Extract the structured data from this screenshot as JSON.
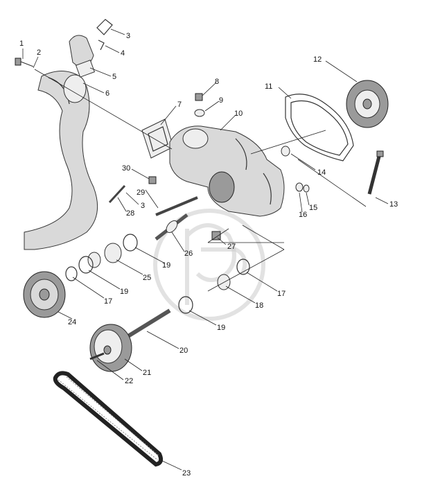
{
  "diagram": {
    "callouts": [
      {
        "id": "c1",
        "label": "1"
      },
      {
        "id": "c2",
        "label": "2"
      },
      {
        "id": "c3a",
        "label": "3"
      },
      {
        "id": "c3b",
        "label": "3"
      },
      {
        "id": "c4",
        "label": "4"
      },
      {
        "id": "c5",
        "label": "5"
      },
      {
        "id": "c6",
        "label": "6"
      },
      {
        "id": "c7",
        "label": "7"
      },
      {
        "id": "c8",
        "label": "8"
      },
      {
        "id": "c9",
        "label": "9"
      },
      {
        "id": "c10",
        "label": "10"
      },
      {
        "id": "c11",
        "label": "11"
      },
      {
        "id": "c12",
        "label": "12"
      },
      {
        "id": "c13",
        "label": "13"
      },
      {
        "id": "c14",
        "label": "14"
      },
      {
        "id": "c15",
        "label": "15"
      },
      {
        "id": "c16",
        "label": "16"
      },
      {
        "id": "c17a",
        "label": "17"
      },
      {
        "id": "c17b",
        "label": "17"
      },
      {
        "id": "c18",
        "label": "18"
      },
      {
        "id": "c19a",
        "label": "19"
      },
      {
        "id": "c19b",
        "label": "19"
      },
      {
        "id": "c19c",
        "label": "19"
      },
      {
        "id": "c20",
        "label": "20"
      },
      {
        "id": "c21",
        "label": "21"
      },
      {
        "id": "c22",
        "label": "22"
      },
      {
        "id": "c23",
        "label": "23"
      },
      {
        "id": "c24",
        "label": "24"
      },
      {
        "id": "c25",
        "label": "25"
      },
      {
        "id": "c26",
        "label": "26"
      },
      {
        "id": "c27",
        "label": "27"
      },
      {
        "id": "c28",
        "label": "28"
      },
      {
        "id": "c29",
        "label": "29"
      },
      {
        "id": "c30",
        "label": "30"
      }
    ],
    "colors": {
      "background": "#ffffff",
      "line": "#222222",
      "part_fill": "#d9d9d9",
      "part_shadow": "#9a9a9a"
    },
    "watermark_icon": "logo-watermark-icon"
  }
}
